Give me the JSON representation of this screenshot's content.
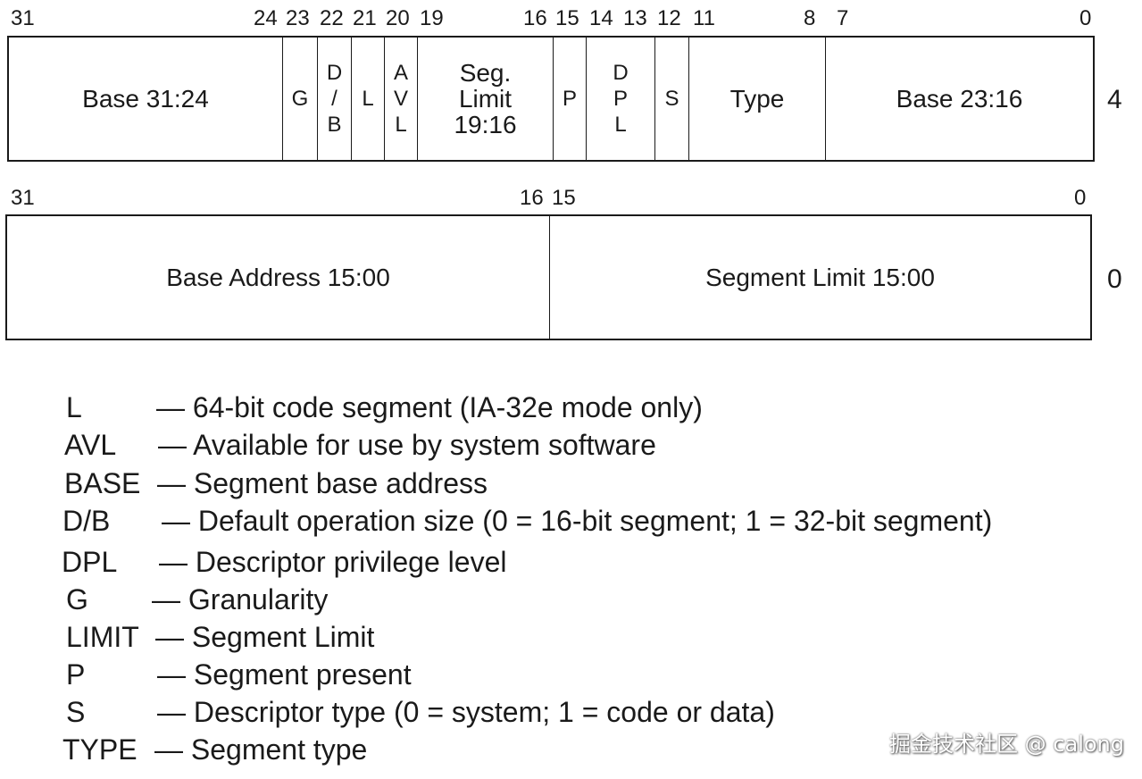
{
  "upper_word": {
    "bit_numbers": [
      "31",
      "24",
      "23",
      "22",
      "21",
      "20",
      "19",
      "16",
      "15",
      "14",
      "13",
      "12",
      "11",
      "8",
      "7",
      "0"
    ],
    "cells": [
      {
        "name": "base-31-24",
        "lines": [
          "Base 31:24"
        ]
      },
      {
        "name": "g",
        "lines": [
          "G"
        ]
      },
      {
        "name": "d-b",
        "lines": [
          "D",
          "/",
          "B"
        ]
      },
      {
        "name": "l",
        "lines": [
          "L"
        ]
      },
      {
        "name": "avl",
        "lines": [
          "A",
          "V",
          "L"
        ]
      },
      {
        "name": "seg-limit-19-16",
        "lines": [
          "Seg.",
          "Limit",
          "19:16"
        ]
      },
      {
        "name": "p",
        "lines": [
          "P"
        ]
      },
      {
        "name": "dpl",
        "lines": [
          "D",
          "P",
          "L"
        ]
      },
      {
        "name": "s",
        "lines": [
          "S"
        ]
      },
      {
        "name": "type",
        "lines": [
          "Type"
        ]
      },
      {
        "name": "base-23-16",
        "lines": [
          "Base 23:16"
        ]
      }
    ],
    "offset": "4"
  },
  "lower_word": {
    "bit_numbers": [
      "31",
      "16",
      "15",
      "0"
    ],
    "cells": [
      {
        "name": "base-address-15-00",
        "lines": [
          "Base Address 15:00"
        ]
      },
      {
        "name": "segment-limit-15-00",
        "lines": [
          "Segment Limit 15:00"
        ]
      }
    ],
    "offset": "0"
  },
  "legend": [
    {
      "abbr": "L",
      "desc": "— 64-bit code segment (IA-32e mode only)"
    },
    {
      "abbr": "AVL",
      "desc": "— Available for use by system software"
    },
    {
      "abbr": "BASE",
      "desc": "— Segment base address"
    },
    {
      "abbr": "D/B",
      "desc": "— Default operation size (0 = 16-bit segment; 1 = 32-bit segment)"
    },
    {
      "abbr": "DPL",
      "desc": "— Descriptor privilege level"
    },
    {
      "abbr": "G",
      "desc": "— Granularity"
    },
    {
      "abbr": "LIMIT",
      "desc": "— Segment Limit"
    },
    {
      "abbr": "P",
      "desc": "— Segment present"
    },
    {
      "abbr": "S",
      "desc": "— Descriptor type (0 = system; 1 = code or data)"
    },
    {
      "abbr": "TYPE",
      "desc": "— Segment type"
    }
  ],
  "watermark": "掘金技术社区 @ calong"
}
